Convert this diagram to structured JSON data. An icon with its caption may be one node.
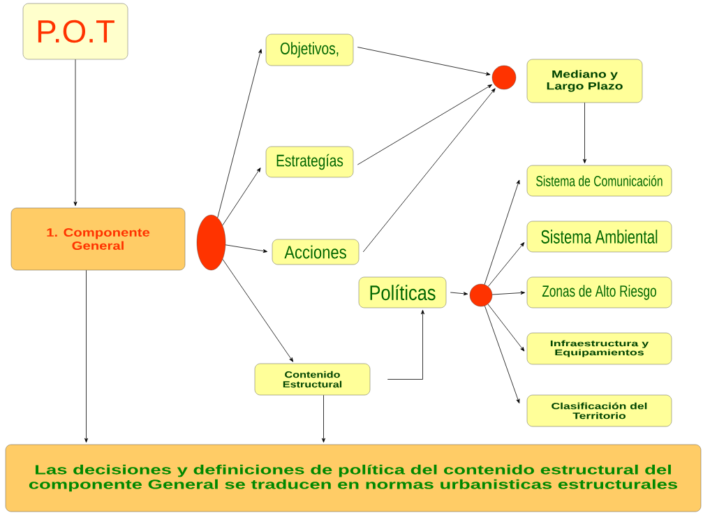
{
  "diagram": {
    "nodes": [
      {
        "text": [
          "P.O.T"
        ]
      },
      {
        "text": [
          "1. Componente General"
        ]
      },
      {
        "text": [],
        "shape": "ellipse"
      },
      {
        "text": [
          "Objetivos,"
        ]
      },
      {
        "text": [
          "Estrategías"
        ]
      },
      {
        "text": [
          "Acciones"
        ]
      },
      {
        "text": [
          "Contenido Estructural"
        ]
      },
      {
        "text": [],
        "shape": "circle"
      },
      {
        "text": [
          "Mediano y Largo Plazo"
        ]
      },
      {
        "text": [
          "Sistema de Comunicación"
        ]
      },
      {
        "text": [
          "Políticas"
        ]
      },
      {
        "text": [],
        "shape": "circle"
      },
      {
        "text": [
          "Sistema Ambiental"
        ]
      },
      {
        "text": [
          "Zonas de Alto Riesgo"
        ]
      },
      {
        "text": [
          "Infraestructura y Equipamientos"
        ]
      },
      {
        "text": [
          "Clasificación del Territorio"
        ]
      },
      {
        "text": [
          "Las decisiones y definiciones de política del contenido estructural del componente General se traducen en normas urbanisticas estructurales"
        ]
      }
    ],
    "edges": [
      {
        "from": 0,
        "to": 1,
        "arrow": "to"
      },
      {
        "from": 2,
        "to": 3,
        "arrow": "to"
      },
      {
        "from": 2,
        "to": 4,
        "arrow": "to"
      },
      {
        "from": 2,
        "to": 5,
        "arrow": "to"
      },
      {
        "from": 2,
        "to": 6,
        "arrow": "to"
      },
      {
        "from": 3,
        "to": 7,
        "arrow": "to"
      },
      {
        "from": 4,
        "to": 7,
        "arrow": "to"
      },
      {
        "from": 5,
        "to": 7,
        "arrow": "to"
      },
      {
        "from": 8,
        "to": 9,
        "arrow": "to"
      },
      {
        "from": 6,
        "to": 10,
        "arrow": "to"
      },
      {
        "from": 10,
        "to": 11,
        "arrow": "to"
      },
      {
        "from": 11,
        "to": 9,
        "arrow": "to"
      },
      {
        "from": 11,
        "to": 12,
        "arrow": "to"
      },
      {
        "from": 11,
        "to": 13,
        "arrow": "to"
      },
      {
        "from": 11,
        "to": 14,
        "arrow": "to"
      },
      {
        "from": 11,
        "to": 15,
        "arrow": "to"
      },
      {
        "from": 1,
        "to": 16,
        "arrow": "to"
      },
      {
        "from": 6,
        "to": 16,
        "arrow": "to"
      }
    ]
  }
}
